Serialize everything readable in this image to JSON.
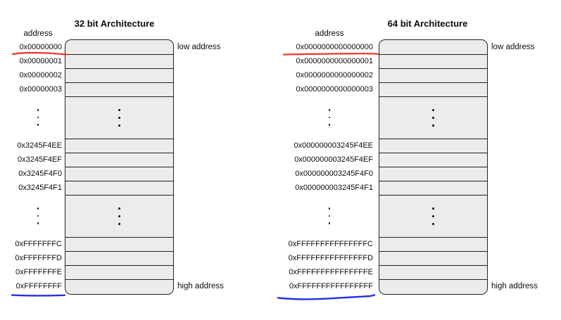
{
  "d32": {
    "title": "32 bit Architecture",
    "address_header": "address",
    "low_label": "low address",
    "high_label": "high address",
    "addresses": [
      "0x00000000",
      "0x00000001",
      "0x00000002",
      "0x00000003",
      "0x3245F4EE",
      "0x3245F4EF",
      "0x3245F4F0",
      "0x3245F4F1",
      "0xFFFFFFFC",
      "0xFFFFFFFD",
      "0xFFFFFFFE",
      "0xFFFFFFFF"
    ]
  },
  "d64": {
    "title": "64 bit Architecture",
    "address_header": "address",
    "low_label": "low address",
    "high_label": "high address",
    "addresses": [
      "0x0000000000000000",
      "0x0000000000000001",
      "0x0000000000000002",
      "0x0000000000000003",
      "0x000000003245F4EE",
      "0x000000003245F4EF",
      "0x000000003245F4F0",
      "0x000000003245F4F1",
      "0xFFFFFFFFFFFFFFFC",
      "0xFFFFFFFFFFFFFFFD",
      "0xFFFFFFFFFFFFFFFE",
      "0xFFFFFFFFFFFFFFFF"
    ]
  },
  "colors": {
    "underline_red": "#ee3524",
    "underline_blue": "#2430e4",
    "cell_fill": "#ececec",
    "cell_border": "#222222"
  }
}
